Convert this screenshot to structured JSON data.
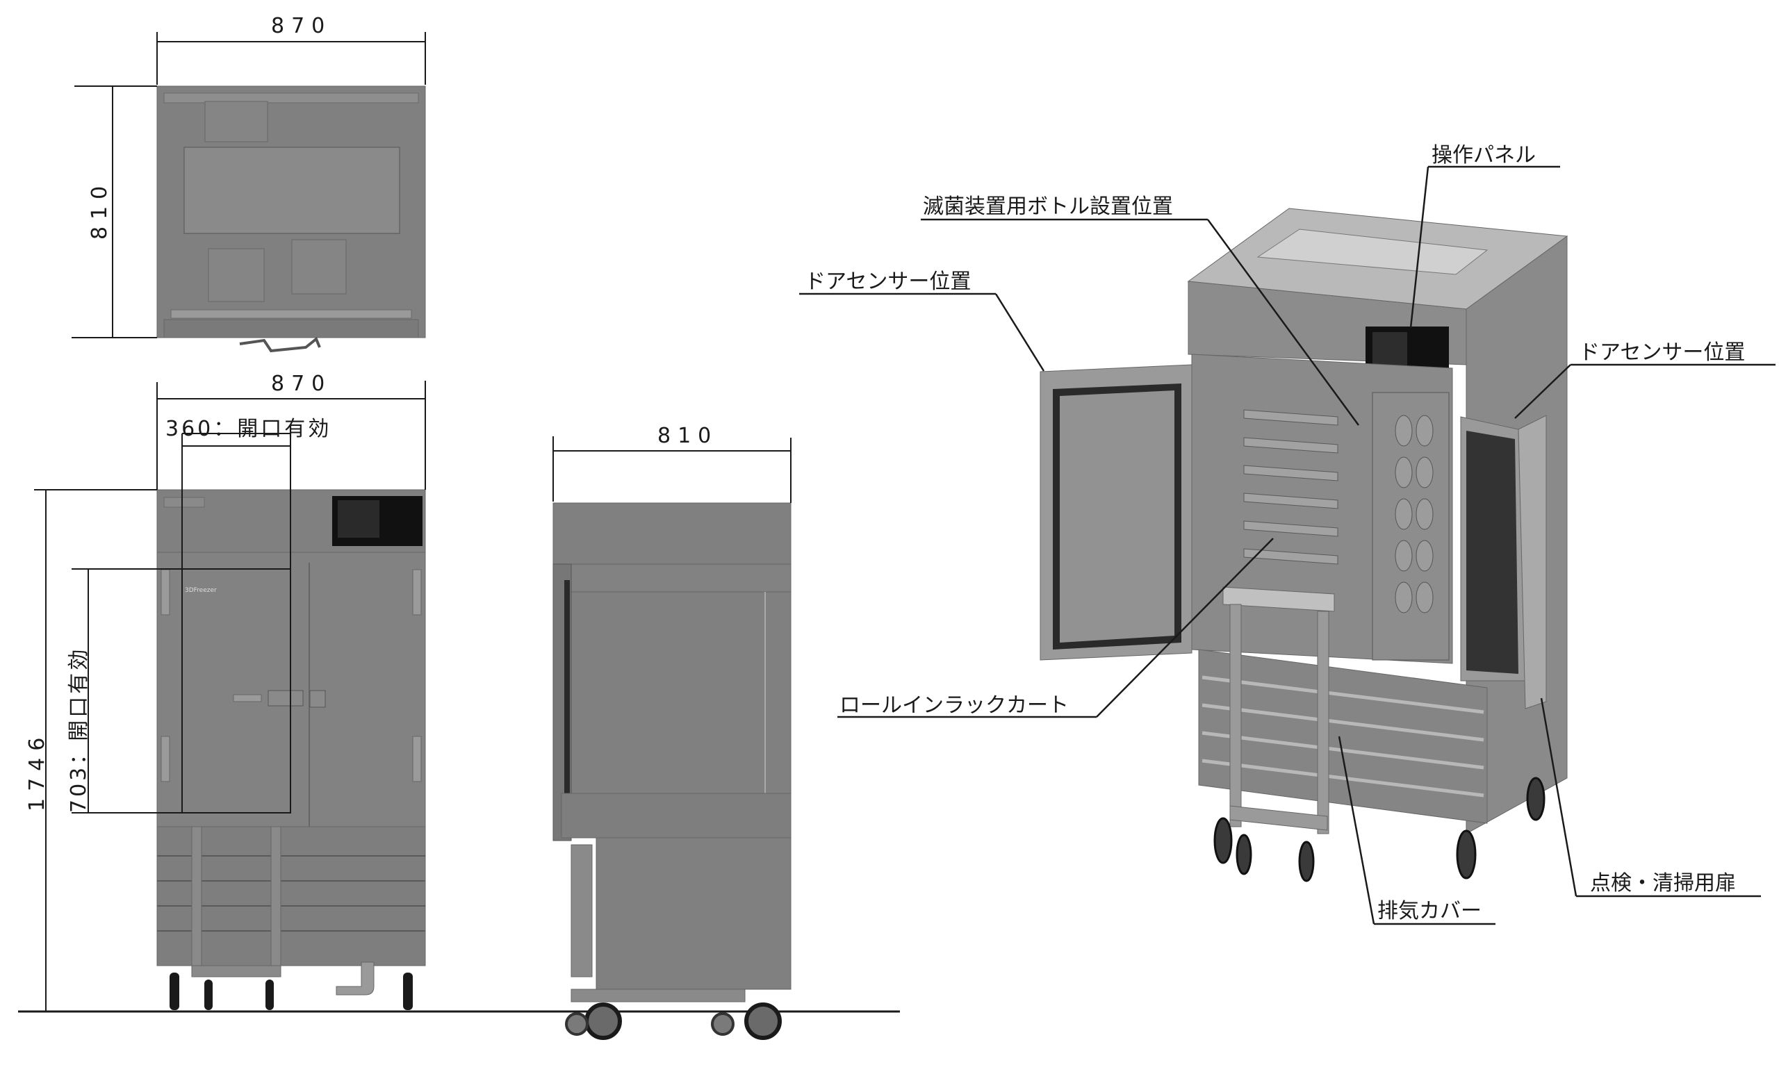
{
  "views": {
    "top_view": {
      "width_dim": "870",
      "depth_dim": "810"
    },
    "front_view": {
      "width_dim": "870",
      "opening_width_dim": "360：開口有効",
      "opening_height_dim": "703：開口有効",
      "height_dim": "1746",
      "logo_text": "3DFreezer"
    },
    "side_view": {
      "depth_dim": "810"
    },
    "isometric_view": {
      "callouts": [
        {
          "id": "operation-panel",
          "label": "操作パネル"
        },
        {
          "id": "sterilizer-bottle",
          "label": "滅菌装置用ボトル設置位置"
        },
        {
          "id": "door-sensor-left",
          "label": "ドアセンサー位置"
        },
        {
          "id": "door-sensor-right",
          "label": "ドアセンサー位置"
        },
        {
          "id": "roll-in-rack-cart",
          "label": "ロールインラックカート"
        },
        {
          "id": "inspection-door",
          "label": "点検・清掃用扉"
        },
        {
          "id": "exhaust-cover",
          "label": "排気カバー"
        }
      ]
    }
  },
  "colors": {
    "body": "#808080",
    "body_light": "#9a9a9a",
    "body_dark": "#6e6e6e",
    "panel": "#111111",
    "line": "#1a1a1a",
    "background": "#ffffff"
  }
}
